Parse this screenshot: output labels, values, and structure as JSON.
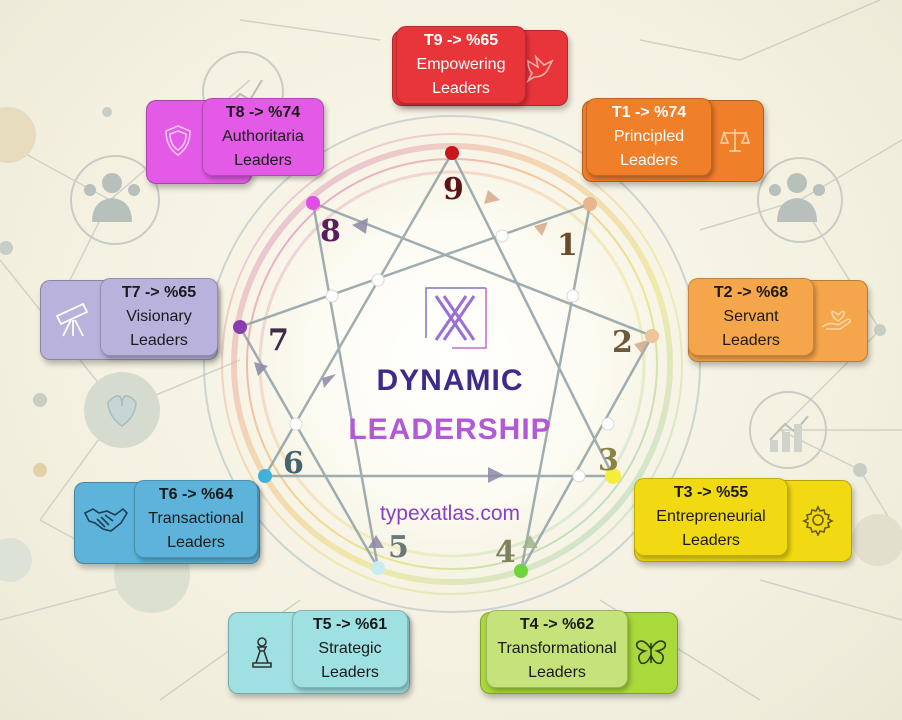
{
  "center": {
    "logo_glyph": "X",
    "title_line1": "DYNAMIC",
    "title_line2": "LEADERSHIP",
    "website": "typexatlas.com"
  },
  "enneagram_numbers": [
    "1",
    "2",
    "3",
    "4",
    "5",
    "6",
    "7",
    "8",
    "9"
  ],
  "cards": [
    {
      "code": "T9 -> %65",
      "name": "Empowering",
      "suffix": "Leaders",
      "icon": "dove-icon",
      "color": "#e8353a",
      "text_color": "#ffffff"
    },
    {
      "code": "T1 -> %74",
      "name": "Principled",
      "suffix": "Leaders",
      "icon": "scales-icon",
      "color": "#f07f2a",
      "text_color": "#ffffff"
    },
    {
      "code": "T2 -> %68",
      "name": "Servant",
      "suffix": "Leaders",
      "icon": "heart-hand-icon",
      "color": "#f5a64a",
      "text_color": "#1a1a1a"
    },
    {
      "code": "T3 -> %55",
      "name": "Entrepreneurial",
      "suffix": "Leaders",
      "icon": "gear-icon",
      "color": "#f2da12",
      "text_color": "#1a1a1a"
    },
    {
      "code": "T4 -> %62",
      "name": "Transformational",
      "suffix": "Leaders",
      "icon": "butterfly-icon",
      "color": "#a9d93a",
      "text_color": "#1a1a1a"
    },
    {
      "code": "T5 -> %61",
      "name": "Strategic",
      "suffix": "Leaders",
      "icon": "chess-pawn-icon",
      "color": "#9fe0e2",
      "text_color": "#1a1a1a"
    },
    {
      "code": "T6 -> %64",
      "name": "Transactional",
      "suffix": "Leaders",
      "icon": "handshake-icon",
      "color": "#5db3d9",
      "text_color": "#1a1a1a"
    },
    {
      "code": "T7 -> %65",
      "name": "Visionary",
      "suffix": "Leaders",
      "icon": "telescope-icon",
      "color": "#b9b2dc",
      "text_color": "#1a1a1a"
    },
    {
      "code": "T8 -> %74",
      "name": "Authoritaria",
      "suffix": "Leaders",
      "icon": "shield-icon",
      "color": "#e35ae6",
      "text_color": "#1a1a1a"
    }
  ]
}
